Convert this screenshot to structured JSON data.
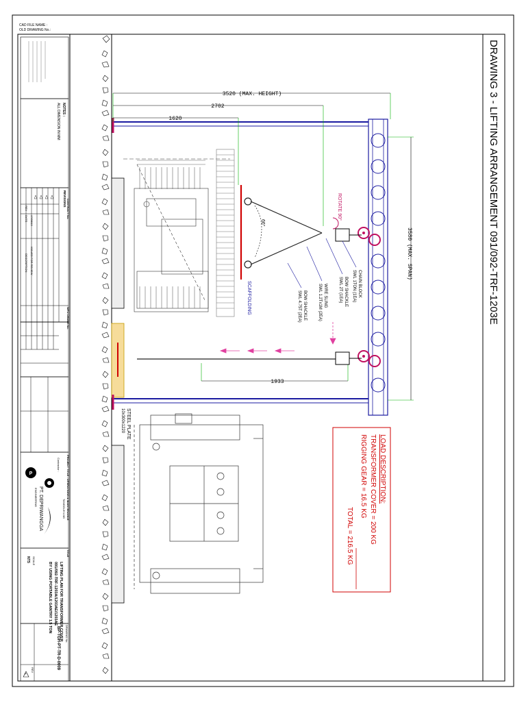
{
  "header_note": {
    "line1": "CAD FILE NAME :",
    "line2": "OLD DRAWING No.:"
  },
  "drawing_title": "DRAWING 3 - LIFTING ARRANGEMENT 091/092-TRF-1203E",
  "dimensions": {
    "max_height": "3520 (MAX. HEIGHT)",
    "d2702": "2702",
    "d1620": "1620",
    "max_span": "3580 (MAX. SPAN)",
    "d1933": "1933",
    "angle": "66°"
  },
  "callouts": {
    "rotate": "ROTATE 90°",
    "chain_block": "CHAIN BLOCK",
    "chain_block_spec": "SWL 1TON (1EA)",
    "bow_shackle_1": "BOW SHACKLE",
    "bow_shackle_1_spec": "SWL 2T (1EA)",
    "wire_sling": "WIRE SLING",
    "wire_sling_spec": "SWL 1.2Tx1M (2EA)",
    "bow_shackle_2": "BOW SHACKLE",
    "bow_shackle_2_spec": "SWL 4.75T (2EA)",
    "scaffolding": "SCAFFOLDING",
    "steel_plate": "STEEL PLATE",
    "steel_plate_spec": "10x300x1220"
  },
  "load_description": {
    "title": "LOAD DESCRIPTION:",
    "line1": "TRANSFORMER COVER    =   200  KG",
    "line2": "RIGGING GEAR             =   16.5 KG",
    "total": "TOTAL  =   216.5 KG"
  },
  "title_block": {
    "notes_label": "NOTES :",
    "note1": "ALL DIMENSION IN MM",
    "revisions_label": "REVISIONS",
    "rev_no_hdr": "REV",
    "date_hdr": "DATE",
    "desc_hdr": "DESCRIPTION",
    "rev0_date": "17/06/13",
    "rev0_desc": "ISSUED FOR REVIEW",
    "contract_label": "CONTRACT No.",
    "wpo_label": "WPO ORDER No.",
    "project_title": "PROJECT TITLE : OPERATIONS & MAINTENANCE",
    "company_name": "PT. DEPRIWANGGA",
    "company_sub": "ENGINEERING",
    "contractor_label": "Contractor :",
    "tangguh": "TANGGUH LNG",
    "title_label": "TITLE",
    "title_line1": "LIFTING PLAN FOR TRANSFORMER COVER",
    "title_line2": "091/092-TRF-1203A/1203AE/1203AE",
    "title_line3": "BY USING PORTABLE GANTRY 1.5 TON",
    "scale_label": "SCALE",
    "scale_value": "NTS",
    "drawing_no_label": "DRAWING No.",
    "drawing_no": "BP-TGH-PT-TR-D-0009",
    "rev_label": "REV",
    "rev_value": "A"
  }
}
